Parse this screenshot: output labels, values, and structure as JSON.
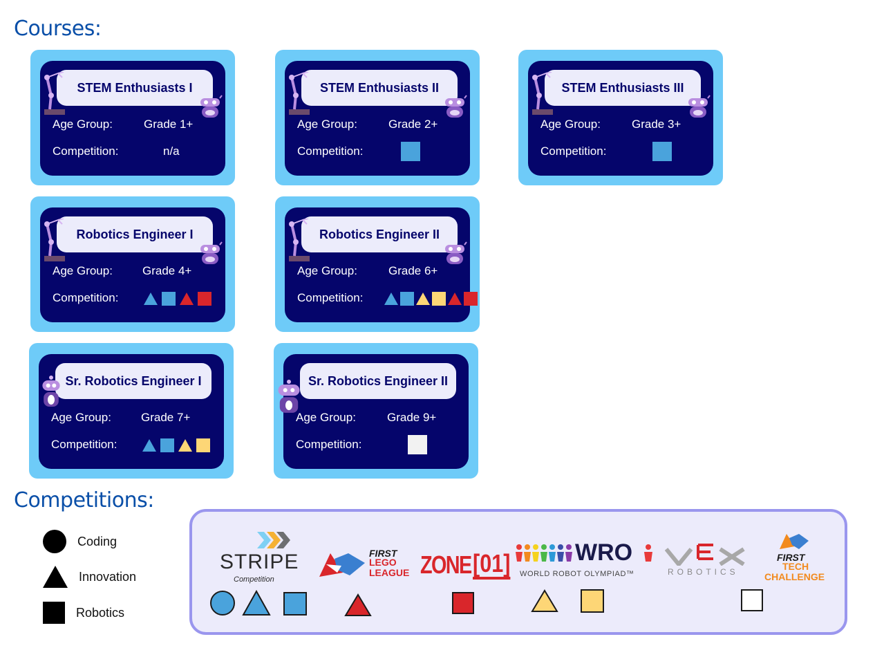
{
  "headings": {
    "courses": "Courses:",
    "competitions": "Competitions:"
  },
  "colors": {
    "card_outer": "#6ecbf8",
    "card_inner": "#05056b",
    "title_pill": "#ececfb",
    "blue": "#4aa3dc",
    "red": "#d9262b",
    "yellow": "#fdd676",
    "white": "#f2f2f2",
    "heading": "#0a4fa8",
    "box_border": "#9a96ee"
  },
  "courses": [
    {
      "title": "STEM Enthusiasts I",
      "age_label": "Age Group:",
      "age": "Grade 1+",
      "comp_label": "Competition:",
      "comp_text": "n/a",
      "icons": []
    },
    {
      "title": "STEM Enthusiasts II",
      "age_label": "Age Group:",
      "age": "Grade 2+",
      "comp_label": "Competition:",
      "comp_text": "",
      "icons": [
        "blue-square"
      ]
    },
    {
      "title": "STEM Enthusiasts III",
      "age_label": "Age Group:",
      "age": "Grade 3+",
      "comp_label": "Competition:",
      "comp_text": "",
      "icons": [
        "blue-square"
      ]
    },
    {
      "title": "Robotics Engineer I",
      "age_label": "Age Group:",
      "age": "Grade 4+",
      "comp_label": "Competition:",
      "comp_text": "",
      "icons": [
        "blue-triangle",
        "blue-square",
        "red-triangle",
        "red-square"
      ]
    },
    {
      "title": "Robotics Engineer II",
      "age_label": "Age Group:",
      "age": "Grade 6+",
      "comp_label": "Competition:",
      "comp_text": "",
      "icons": [
        "blue-triangle",
        "blue-square",
        "yellow-triangle",
        "yellow-square",
        "red-triangle",
        "red-square"
      ]
    },
    {
      "title": "Sr. Robotics Engineer I",
      "age_label": "Age Group:",
      "age": "Grade 7+",
      "comp_label": "Competition:",
      "comp_text": "",
      "icons": [
        "blue-triangle",
        "blue-square",
        "yellow-triangle",
        "yellow-square"
      ]
    },
    {
      "title": "Sr. Robotics Engineer II",
      "age_label": "Age Group:",
      "age": "Grade 9+",
      "comp_label": "Competition:",
      "comp_text": "",
      "icons": [
        "white-square"
      ]
    }
  ],
  "legend": [
    {
      "shape": "circle",
      "label": "Coding"
    },
    {
      "shape": "triangle",
      "label": "Innovation"
    },
    {
      "shape": "square",
      "label": "Robotics"
    }
  ],
  "competitions": {
    "stripe": {
      "name": "STRIPE",
      "sub": "Competition",
      "shapes": [
        "blue-circle",
        "blue-triangle",
        "blue-square"
      ]
    },
    "fll": {
      "line1": "FIRST",
      "line2": "LEGO",
      "line3": "LEAGUE",
      "shapes": [
        "red-triangle"
      ]
    },
    "zone": {
      "word": "ZONE",
      "num": "01",
      "shapes": [
        "red-square"
      ]
    },
    "wro": {
      "word": "WRO",
      "sub": "WORLD ROBOT OLYMPIAD™",
      "shapes": [
        "yellow-triangle",
        "yellow-square"
      ]
    },
    "vex": {
      "word": "VEX",
      "sub": "ROBOTICS",
      "shapes": []
    },
    "ftc": {
      "line1": "FIRST",
      "line2": "TECH",
      "line3": "CHALLENGE",
      "shapes": [
        "white-square"
      ]
    }
  }
}
